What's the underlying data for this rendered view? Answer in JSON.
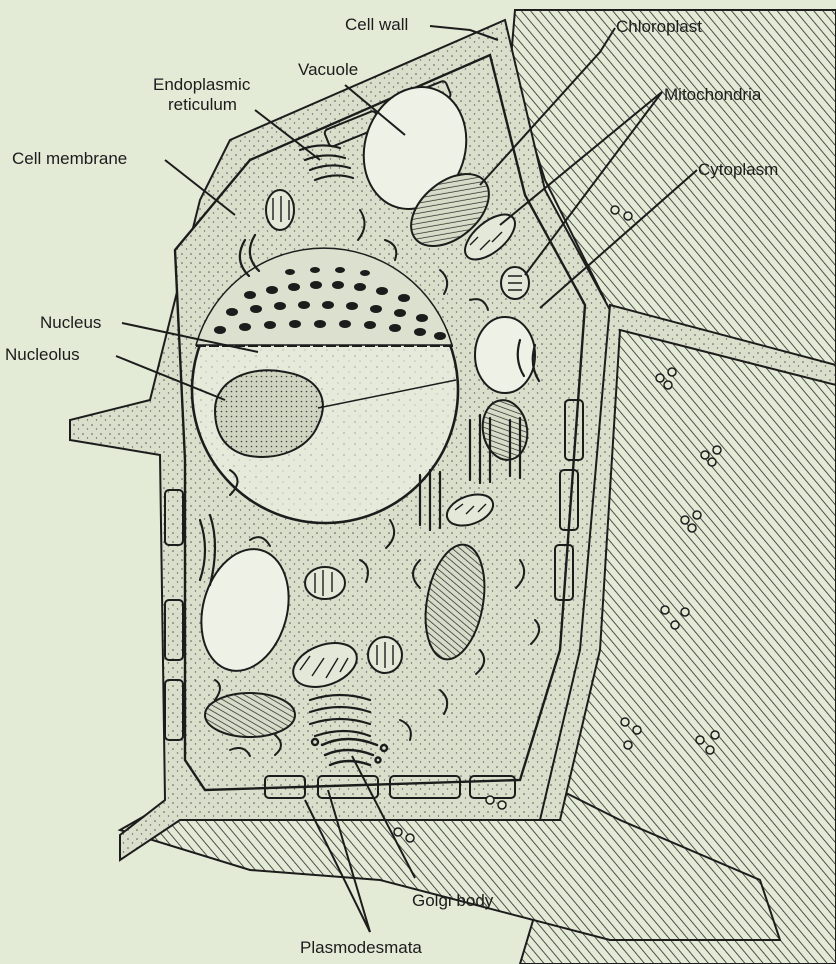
{
  "labels": {
    "cell_wall": "Cell wall",
    "chloroplast": "Chloroplast",
    "mitochondria": "Mitochondria",
    "cytoplasm": "Cytoplasm",
    "er_line1": "Endoplasmic",
    "er_line2": "reticulum",
    "vacuole": "Vacuole",
    "cell_membrane": "Cell membrane",
    "nucleus": "Nucleus",
    "nucleolus": "Nucleolus",
    "golgi": "Golgi body",
    "plasmodesmata": "Plasmodesmata"
  },
  "colors": {
    "background": "#e3ead6",
    "ink": "#1c1c1c",
    "cytoplasm_fill": "#d9dfcb",
    "nucleus_fill": "#e6eadb"
  }
}
